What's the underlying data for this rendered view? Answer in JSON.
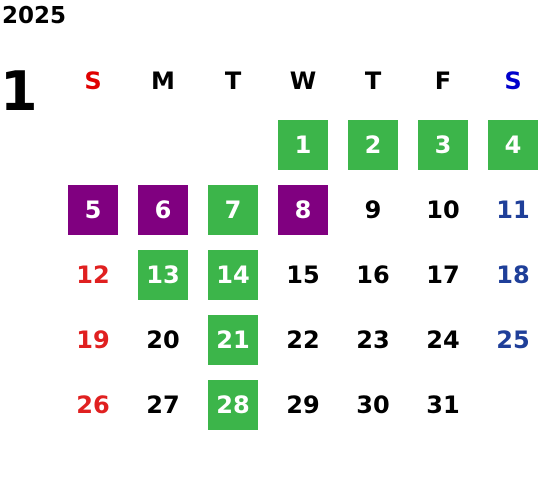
{
  "calendar": {
    "year": "2025",
    "month": "1",
    "weekdays": [
      {
        "label": "S",
        "color": "#e00000"
      },
      {
        "label": "M",
        "color": "#000000"
      },
      {
        "label": "T",
        "color": "#000000"
      },
      {
        "label": "W",
        "color": "#000000"
      },
      {
        "label": "T",
        "color": "#000000"
      },
      {
        "label": "F",
        "color": "#000000"
      },
      {
        "label": "S",
        "color": "#0000cc"
      }
    ],
    "days": [
      {
        "day": "1",
        "col": 3,
        "row": 0,
        "bg": "green"
      },
      {
        "day": "2",
        "col": 4,
        "row": 0,
        "bg": "green"
      },
      {
        "day": "3",
        "col": 5,
        "row": 0,
        "bg": "green"
      },
      {
        "day": "4",
        "col": 6,
        "row": 0,
        "bg": "green"
      },
      {
        "day": "5",
        "col": 0,
        "row": 1,
        "bg": "purple"
      },
      {
        "day": "6",
        "col": 1,
        "row": 1,
        "bg": "purple"
      },
      {
        "day": "7",
        "col": 2,
        "row": 1,
        "bg": "green"
      },
      {
        "day": "8",
        "col": 3,
        "row": 1,
        "bg": "purple"
      },
      {
        "day": "9",
        "col": 4,
        "row": 1,
        "bg": "none"
      },
      {
        "day": "10",
        "col": 5,
        "row": 1,
        "bg": "none"
      },
      {
        "day": "11",
        "col": 6,
        "row": 1,
        "bg": "none"
      },
      {
        "day": "12",
        "col": 0,
        "row": 2,
        "bg": "none"
      },
      {
        "day": "13",
        "col": 1,
        "row": 2,
        "bg": "green"
      },
      {
        "day": "14",
        "col": 2,
        "row": 2,
        "bg": "green"
      },
      {
        "day": "15",
        "col": 3,
        "row": 2,
        "bg": "none"
      },
      {
        "day": "16",
        "col": 4,
        "row": 2,
        "bg": "none"
      },
      {
        "day": "17",
        "col": 5,
        "row": 2,
        "bg": "none"
      },
      {
        "day": "18",
        "col": 6,
        "row": 2,
        "bg": "none"
      },
      {
        "day": "19",
        "col": 0,
        "row": 3,
        "bg": "none"
      },
      {
        "day": "20",
        "col": 1,
        "row": 3,
        "bg": "none"
      },
      {
        "day": "21",
        "col": 2,
        "row": 3,
        "bg": "green"
      },
      {
        "day": "22",
        "col": 3,
        "row": 3,
        "bg": "none"
      },
      {
        "day": "23",
        "col": 4,
        "row": 3,
        "bg": "none"
      },
      {
        "day": "24",
        "col": 5,
        "row": 3,
        "bg": "none"
      },
      {
        "day": "25",
        "col": 6,
        "row": 3,
        "bg": "none"
      },
      {
        "day": "26",
        "col": 0,
        "row": 4,
        "bg": "none"
      },
      {
        "day": "27",
        "col": 1,
        "row": 4,
        "bg": "none"
      },
      {
        "day": "28",
        "col": 2,
        "row": 4,
        "bg": "green"
      },
      {
        "day": "29",
        "col": 3,
        "row": 4,
        "bg": "none"
      },
      {
        "day": "30",
        "col": 4,
        "row": 4,
        "bg": "none"
      },
      {
        "day": "31",
        "col": 5,
        "row": 4,
        "bg": "none"
      }
    ]
  },
  "colors": {
    "green": "#3cb54a",
    "purple": "#800080",
    "sunday": "#e02020",
    "saturday": "#1f3f99",
    "weekday": "#000000",
    "highlight_text": "#ffffff"
  }
}
